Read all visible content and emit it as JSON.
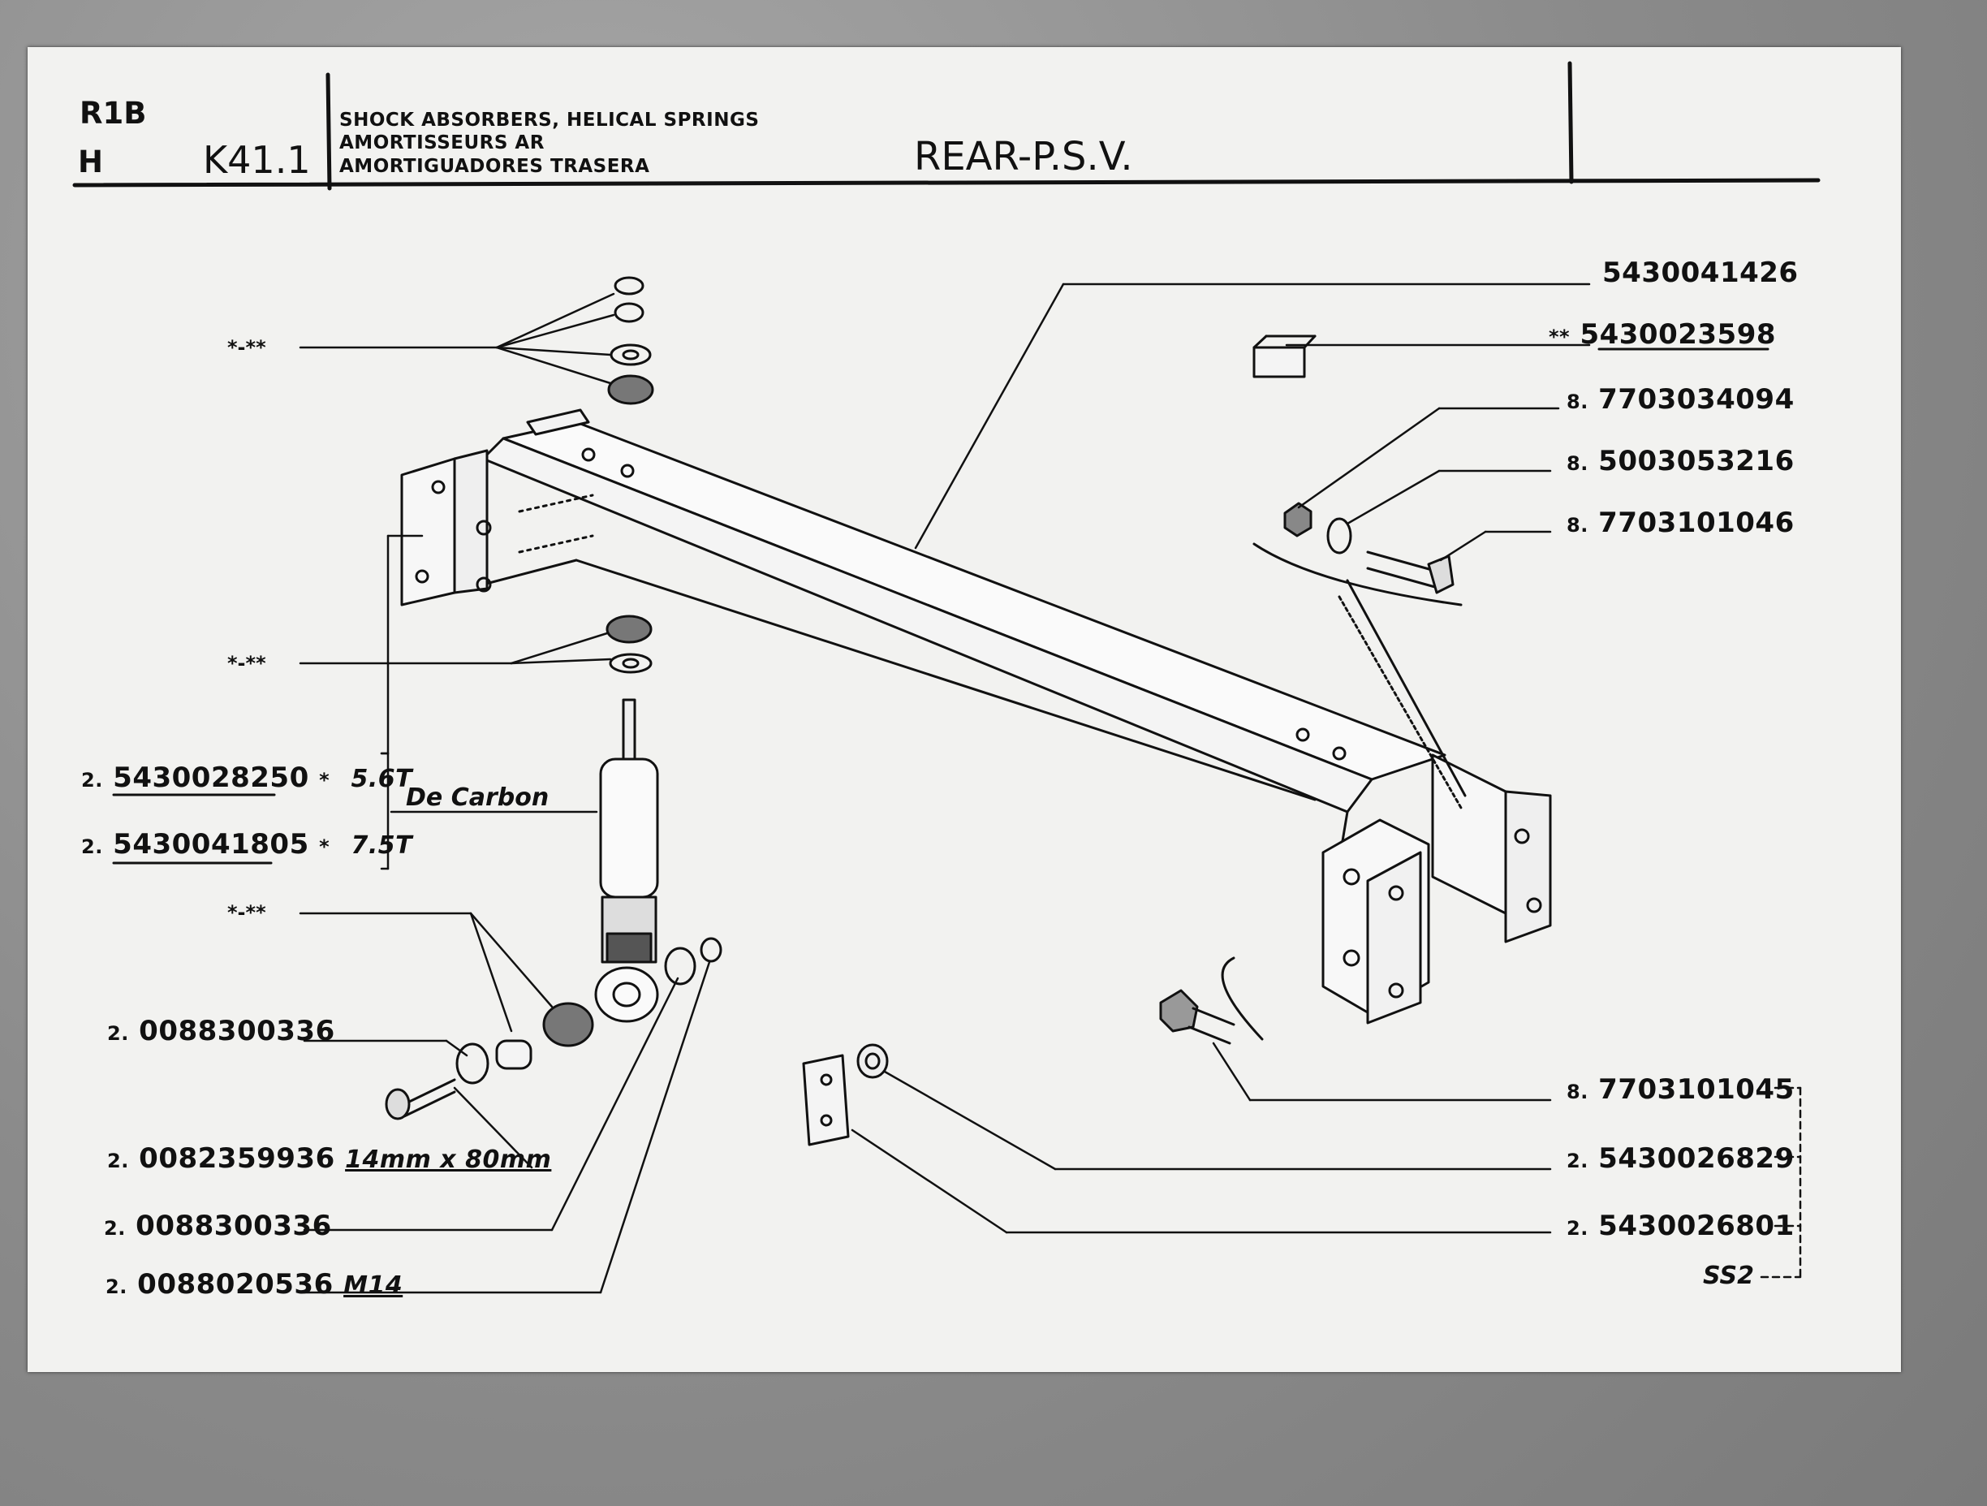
{
  "header": {
    "model": "R1B",
    "variant": "H",
    "page_code": "K41.1",
    "titles": [
      "SHOCK ABSORBERS, HELICAL SPRINGS",
      "AMORTISSEURS AR",
      "AMORTIGUADORES TRASERA"
    ],
    "section": "REAR-P.S.V."
  },
  "callouts_right": [
    {
      "qty": "",
      "prefix": "",
      "part": "5430041426",
      "underline": false
    },
    {
      "qty": "",
      "prefix": "**",
      "part": "5430023598",
      "underline": true
    },
    {
      "qty": "8.",
      "prefix": "",
      "part": "7703034094",
      "underline": false
    },
    {
      "qty": "8.",
      "prefix": "",
      "part": "5003053216",
      "underline": false
    },
    {
      "qty": "8.",
      "prefix": "",
      "part": "7703101046",
      "underline": false
    },
    {
      "qty": "8.",
      "prefix": "",
      "part": "7703101045",
      "underline": false
    },
    {
      "qty": "2.",
      "prefix": "",
      "part": "5430026829",
      "underline": false
    },
    {
      "qty": "2.",
      "prefix": "",
      "part": "5430026801",
      "underline": false
    }
  ],
  "set_code": "SS2",
  "markers": [
    "*-**",
    "*-**",
    "*-**"
  ],
  "shock_absorbers": [
    {
      "qty": "2.",
      "part": "5430028250",
      "mark": "*",
      "load": "5.6T"
    },
    {
      "qty": "2.",
      "part": "5430041805",
      "mark": "*",
      "load": "7.5T"
    }
  ],
  "brand": "De Carbon",
  "callouts_left": [
    {
      "qty": "2.",
      "part": "0088300336",
      "note": ""
    },
    {
      "qty": "2.",
      "part": "0082359936",
      "note": "14mm x 80mm"
    },
    {
      "qty": "2.",
      "part": "0088300336",
      "note": ""
    },
    {
      "qty": "2.",
      "part": "0088020536",
      "note": "M14"
    }
  ]
}
